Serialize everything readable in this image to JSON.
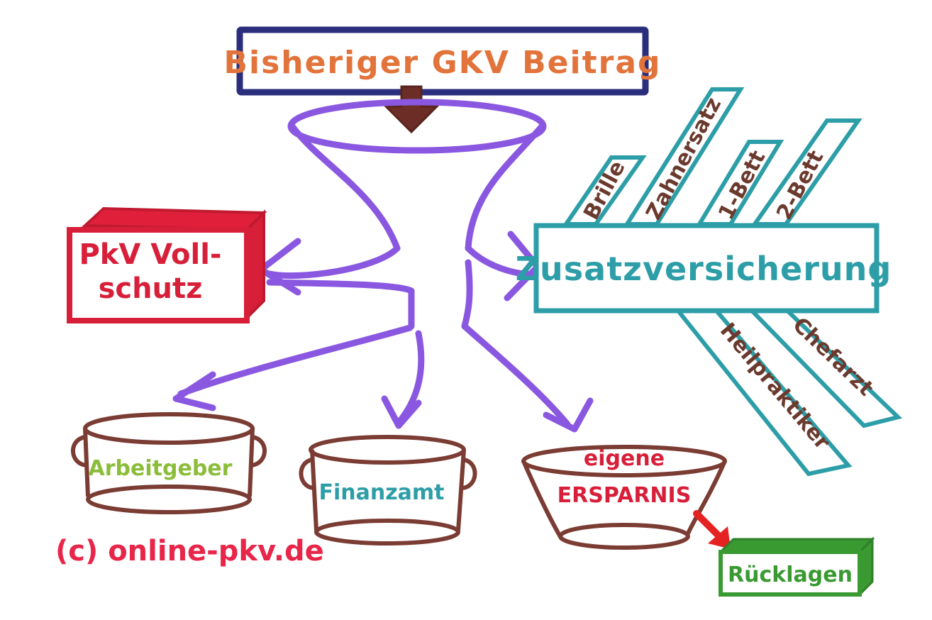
{
  "diagram": {
    "top_box": {
      "label": "Bisheriger GKV Beitrag",
      "text_color": "#e2733a",
      "border_color": "#2b2e7c"
    },
    "funnel": {
      "color": "#8a58e0"
    },
    "arrow_color": "#8a58e0",
    "top_arrow_color": "#6b2d25",
    "pkv_box": {
      "line1": "PkV Voll-",
      "line2": "schutz",
      "color": "#d81f3a"
    },
    "zusatz_box": {
      "label": "Zusatzversicherung",
      "color": "#2d9ea8"
    },
    "zusatz_strips": {
      "above": [
        "Brille",
        "Zahnersatz",
        "1-Bett",
        "2-Bett"
      ],
      "below": [
        "Heilpraktiker",
        "Chefarzt"
      ],
      "text_color": "#6b3a2e"
    },
    "pots": {
      "arbeitgeber": {
        "label": "Arbeitgeber",
        "text_color": "#8bbd3a"
      },
      "finanzamt": {
        "label": "Finanzamt",
        "text_color": "#2d9ea8"
      },
      "ersparnis": {
        "line1": "eigene",
        "line2": "ERSPARNIS",
        "text_color": "#d81f3a"
      },
      "outline_color": "#7a3c33"
    },
    "ruecklagen_box": {
      "label": "Rücklagen",
      "color": "#3a9a32",
      "arrow_color": "#e52222"
    },
    "copyright": "(c) online-pkv.de",
    "copyright_color": "#e8264a"
  }
}
